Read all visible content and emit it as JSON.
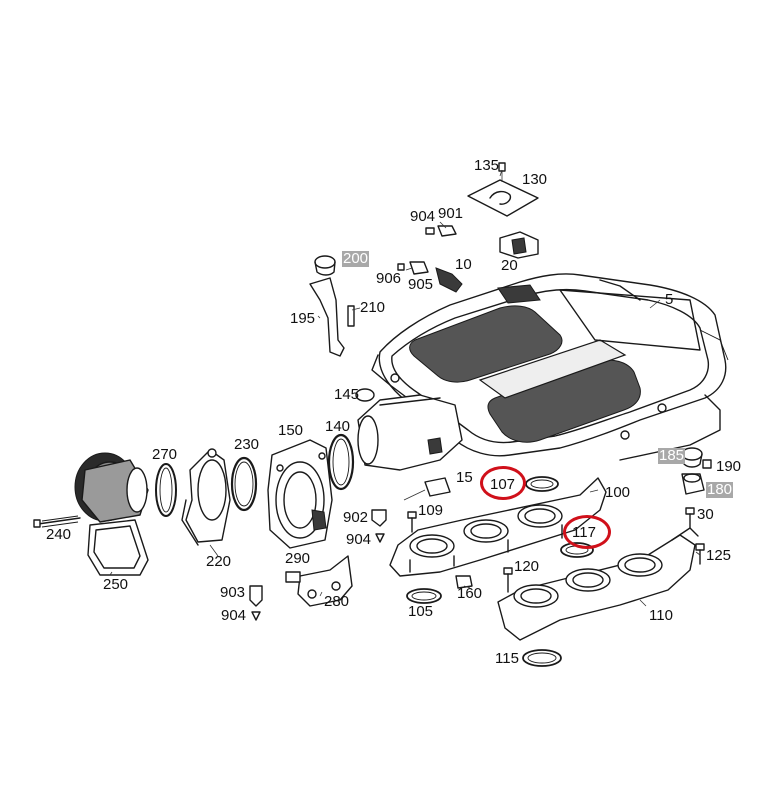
{
  "diagram": {
    "labels": [
      {
        "id": "l135",
        "text": "135",
        "highlight": false
      },
      {
        "id": "l130",
        "text": "130",
        "highlight": false
      },
      {
        "id": "l904a",
        "text": "904",
        "highlight": false
      },
      {
        "id": "l901",
        "text": "901",
        "highlight": false
      },
      {
        "id": "l200",
        "text": "200",
        "highlight": true
      },
      {
        "id": "l906",
        "text": "906",
        "highlight": false
      },
      {
        "id": "l10",
        "text": "10",
        "highlight": false
      },
      {
        "id": "l20",
        "text": "20",
        "highlight": false
      },
      {
        "id": "l905",
        "text": "905",
        "highlight": false
      },
      {
        "id": "l5",
        "text": "5",
        "highlight": false
      },
      {
        "id": "l195",
        "text": "195",
        "highlight": false
      },
      {
        "id": "l210",
        "text": "210",
        "highlight": false
      },
      {
        "id": "l145",
        "text": "145",
        "highlight": false
      },
      {
        "id": "l140",
        "text": "140",
        "highlight": false
      },
      {
        "id": "l150",
        "text": "150",
        "highlight": false
      },
      {
        "id": "l270",
        "text": "270",
        "highlight": false
      },
      {
        "id": "l230",
        "text": "230",
        "highlight": false
      },
      {
        "id": "l185",
        "text": "185",
        "highlight": true
      },
      {
        "id": "l190",
        "text": "190",
        "highlight": false
      },
      {
        "id": "l180",
        "text": "180",
        "highlight": true
      },
      {
        "id": "l15",
        "text": "15",
        "highlight": false
      },
      {
        "id": "l107",
        "text": "107",
        "highlight": false
      },
      {
        "id": "l100",
        "text": "100",
        "highlight": false
      },
      {
        "id": "l109",
        "text": "109",
        "highlight": false
      },
      {
        "id": "l902",
        "text": "902",
        "highlight": false
      },
      {
        "id": "l30",
        "text": "30",
        "highlight": false
      },
      {
        "id": "l117",
        "text": "117",
        "highlight": false
      },
      {
        "id": "l904b",
        "text": "904",
        "highlight": false
      },
      {
        "id": "l125",
        "text": "125",
        "highlight": false
      },
      {
        "id": "l240",
        "text": "240",
        "highlight": false
      },
      {
        "id": "l220",
        "text": "220",
        "highlight": false
      },
      {
        "id": "l290",
        "text": "290",
        "highlight": false
      },
      {
        "id": "l120",
        "text": "120",
        "highlight": false
      },
      {
        "id": "l250",
        "text": "250",
        "highlight": false
      },
      {
        "id": "l903",
        "text": "903",
        "highlight": false
      },
      {
        "id": "l160",
        "text": "160",
        "highlight": false
      },
      {
        "id": "l280",
        "text": "280",
        "highlight": false
      },
      {
        "id": "l105",
        "text": "105",
        "highlight": false
      },
      {
        "id": "l904c",
        "text": "904",
        "highlight": false
      },
      {
        "id": "l110",
        "text": "110",
        "highlight": false
      },
      {
        "id": "l115",
        "text": "115",
        "highlight": false
      }
    ],
    "highlight_color": "#a8a8a8",
    "circle_color": "#d0101a",
    "circled_labels": [
      "107",
      "117"
    ]
  }
}
